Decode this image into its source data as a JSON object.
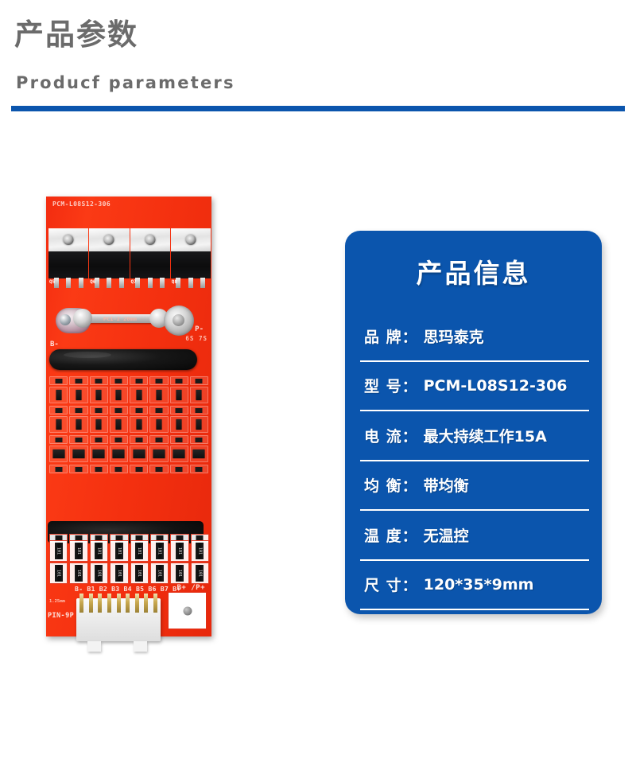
{
  "header": {
    "title_cn": "产品参数",
    "title_en": "Producf parameters",
    "accent_color": "#0b55ad"
  },
  "pcb": {
    "silkscreen": {
      "model": "PCM-L08S12-306",
      "cell_count": "6S 7S",
      "b_minus": "B-",
      "p_minus": "P-",
      "bus_note": "PC1-2  20mm",
      "balance_pins": "B- B1 B2 B3 B4 B5 B6 B7 B+",
      "b_plus_p_plus": "B+ /P+",
      "connector_pitch": "1.25mm",
      "connector_type": "PIN-9P"
    },
    "mosfets": [
      {
        "label": "Q5"
      },
      {
        "label": "Q6"
      },
      {
        "label": "Q7"
      },
      {
        "label": "Q8"
      }
    ],
    "resistor_code": "101",
    "resistor_columns": 8,
    "connector_pin_count": 9,
    "board_color": "#f4300f"
  },
  "info_card": {
    "title": "产品信息",
    "background_color": "#0b55ad",
    "rows": [
      {
        "label": "品 牌：",
        "value": "思玛泰克"
      },
      {
        "label": "型 号：",
        "value": "PCM-L08S12-306"
      },
      {
        "label": "电 流：",
        "value": "最大持续工作15A"
      },
      {
        "label": "均 衡：",
        "value": "带均衡"
      },
      {
        "label": "温 度：",
        "value": "无温控"
      },
      {
        "label": "尺 寸：",
        "value": "120*35*9mm"
      }
    ]
  }
}
